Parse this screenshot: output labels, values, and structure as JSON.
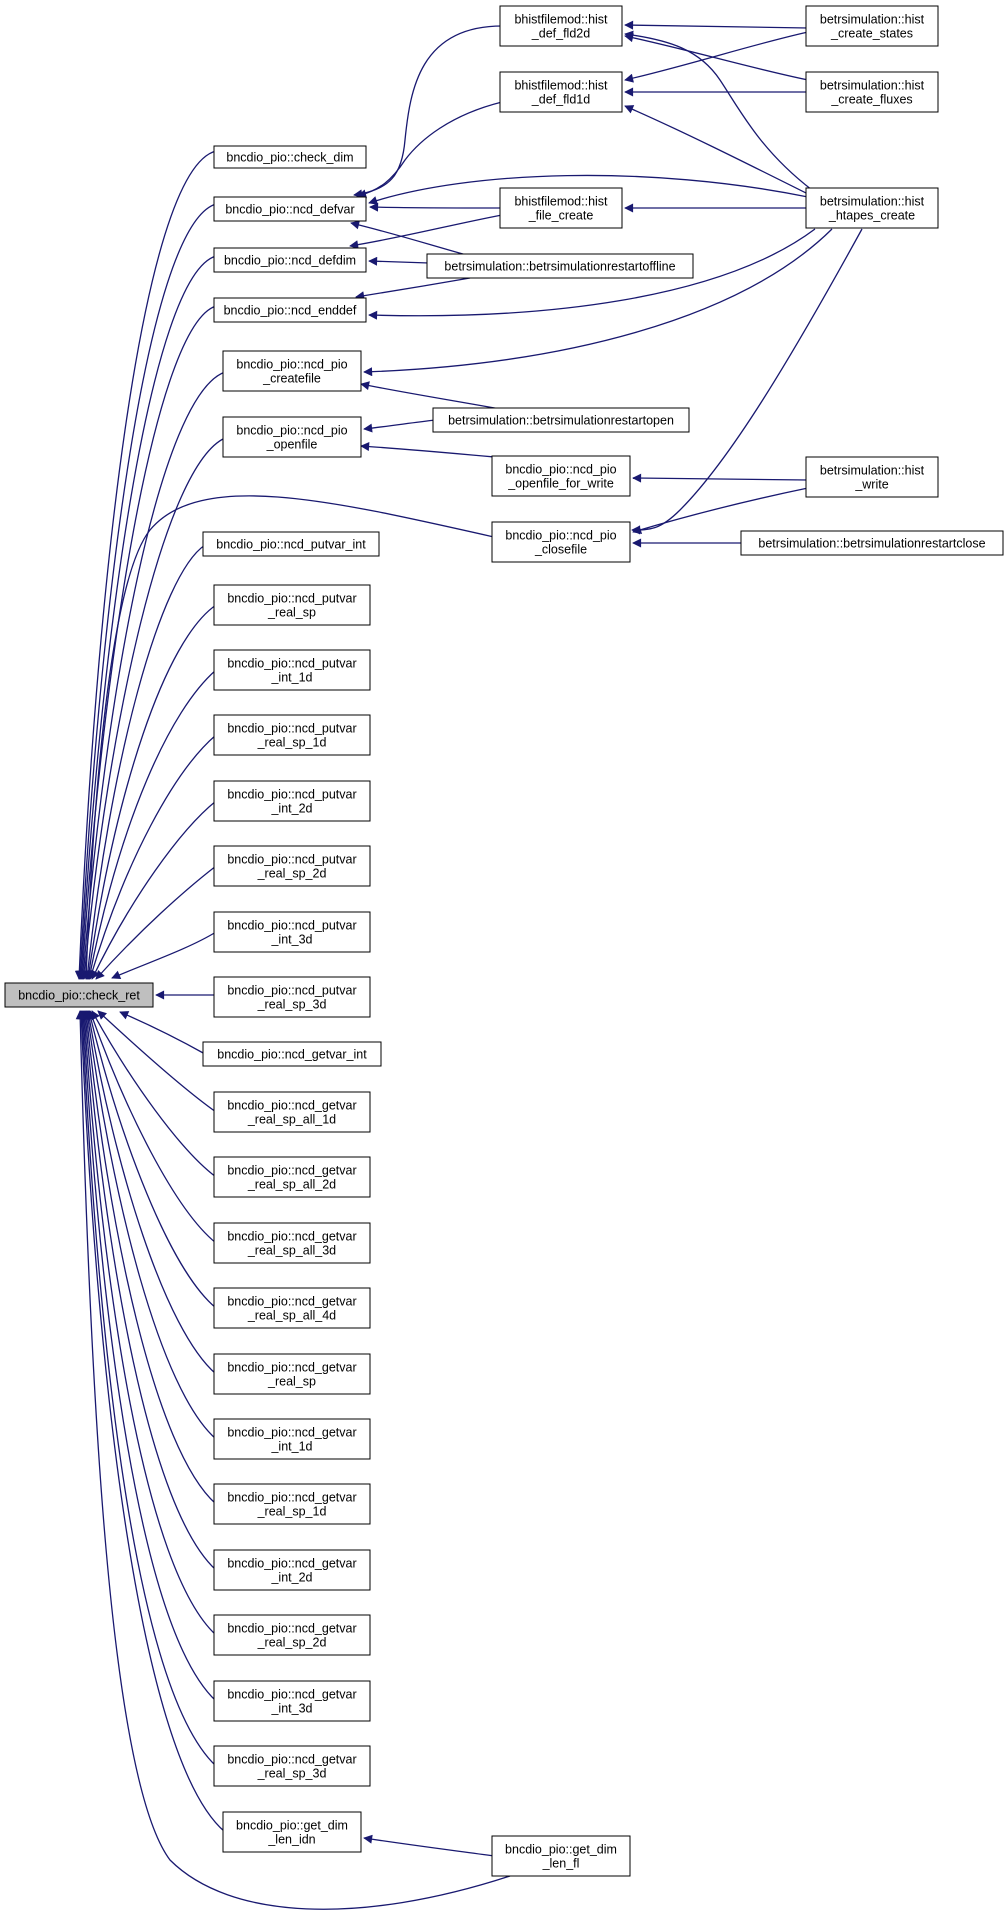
{
  "diagram": {
    "type": "caller-graph",
    "nodes": [
      {
        "id": "check_ret",
        "lines": [
          "bncdio_pio::check_ret"
        ],
        "root": true
      },
      {
        "id": "check_dim",
        "lines": [
          "bncdio_pio::check_dim"
        ]
      },
      {
        "id": "ncd_defvar",
        "lines": [
          "bncdio_pio::ncd_defvar"
        ]
      },
      {
        "id": "ncd_defdim",
        "lines": [
          "bncdio_pio::ncd_defdim"
        ]
      },
      {
        "id": "ncd_enddef",
        "lines": [
          "bncdio_pio::ncd_enddef"
        ]
      },
      {
        "id": "ncd_pio_createfile",
        "lines": [
          "bncdio_pio::ncd_pio",
          "_createfile"
        ]
      },
      {
        "id": "ncd_pio_openfile",
        "lines": [
          "bncdio_pio::ncd_pio",
          "_openfile"
        ]
      },
      {
        "id": "ncd_putvar_int",
        "lines": [
          "bncdio_pio::ncd_putvar_int"
        ]
      },
      {
        "id": "ncd_putvar_real_sp",
        "lines": [
          "bncdio_pio::ncd_putvar",
          "_real_sp"
        ]
      },
      {
        "id": "ncd_putvar_int_1d",
        "lines": [
          "bncdio_pio::ncd_putvar",
          "_int_1d"
        ]
      },
      {
        "id": "ncd_putvar_real_sp_1d",
        "lines": [
          "bncdio_pio::ncd_putvar",
          "_real_sp_1d"
        ]
      },
      {
        "id": "ncd_putvar_int_2d",
        "lines": [
          "bncdio_pio::ncd_putvar",
          "_int_2d"
        ]
      },
      {
        "id": "ncd_putvar_real_sp_2d",
        "lines": [
          "bncdio_pio::ncd_putvar",
          "_real_sp_2d"
        ]
      },
      {
        "id": "ncd_putvar_int_3d",
        "lines": [
          "bncdio_pio::ncd_putvar",
          "_int_3d"
        ]
      },
      {
        "id": "ncd_putvar_real_sp_3d",
        "lines": [
          "bncdio_pio::ncd_putvar",
          "_real_sp_3d"
        ]
      },
      {
        "id": "ncd_getvar_int",
        "lines": [
          "bncdio_pio::ncd_getvar_int"
        ]
      },
      {
        "id": "ncd_getvar_real_sp_all_1d",
        "lines": [
          "bncdio_pio::ncd_getvar",
          "_real_sp_all_1d"
        ]
      },
      {
        "id": "ncd_getvar_real_sp_all_2d",
        "lines": [
          "bncdio_pio::ncd_getvar",
          "_real_sp_all_2d"
        ]
      },
      {
        "id": "ncd_getvar_real_sp_all_3d",
        "lines": [
          "bncdio_pio::ncd_getvar",
          "_real_sp_all_3d"
        ]
      },
      {
        "id": "ncd_getvar_real_sp_all_4d",
        "lines": [
          "bncdio_pio::ncd_getvar",
          "_real_sp_all_4d"
        ]
      },
      {
        "id": "ncd_getvar_real_sp",
        "lines": [
          "bncdio_pio::ncd_getvar",
          "_real_sp"
        ]
      },
      {
        "id": "ncd_getvar_int_1d",
        "lines": [
          "bncdio_pio::ncd_getvar",
          "_int_1d"
        ]
      },
      {
        "id": "ncd_getvar_real_sp_1d",
        "lines": [
          "bncdio_pio::ncd_getvar",
          "_real_sp_1d"
        ]
      },
      {
        "id": "ncd_getvar_int_2d",
        "lines": [
          "bncdio_pio::ncd_getvar",
          "_int_2d"
        ]
      },
      {
        "id": "ncd_getvar_real_sp_2d",
        "lines": [
          "bncdio_pio::ncd_getvar",
          "_real_sp_2d"
        ]
      },
      {
        "id": "ncd_getvar_int_3d",
        "lines": [
          "bncdio_pio::ncd_getvar",
          "_int_3d"
        ]
      },
      {
        "id": "ncd_getvar_real_sp_3d",
        "lines": [
          "bncdio_pio::ncd_getvar",
          "_real_sp_3d"
        ]
      },
      {
        "id": "get_dim_len_idn",
        "lines": [
          "bncdio_pio::get_dim",
          "_len_idn"
        ]
      },
      {
        "id": "hist_def_fld2d",
        "lines": [
          "bhistfilemod::hist",
          "_def_fld2d"
        ]
      },
      {
        "id": "hist_def_fld1d",
        "lines": [
          "bhistfilemod::hist",
          "_def_fld1d"
        ]
      },
      {
        "id": "hist_file_create",
        "lines": [
          "bhistfilemod::hist",
          "_file_create"
        ]
      },
      {
        "id": "restartoffline",
        "lines": [
          "betrsimulation::betrsimulationrestartoffline"
        ]
      },
      {
        "id": "restartopen",
        "lines": [
          "betrsimulation::betrsimulationrestartopen"
        ]
      },
      {
        "id": "openfile_for_write",
        "lines": [
          "bncdio_pio::ncd_pio",
          "_openfile_for_write"
        ]
      },
      {
        "id": "closefile",
        "lines": [
          "bncdio_pio::ncd_pio",
          "_closefile"
        ]
      },
      {
        "id": "get_dim_len_fl",
        "lines": [
          "bncdio_pio::get_dim",
          "_len_fl"
        ]
      },
      {
        "id": "hist_create_states",
        "lines": [
          "betrsimulation::hist",
          "_create_states"
        ]
      },
      {
        "id": "hist_create_fluxes",
        "lines": [
          "betrsimulation::hist",
          "_create_fluxes"
        ]
      },
      {
        "id": "hist_htapes_create",
        "lines": [
          "betrsimulation::hist",
          "_htapes_create"
        ]
      },
      {
        "id": "hist_write",
        "lines": [
          "betrsimulation::hist",
          "_write"
        ]
      },
      {
        "id": "restartclose",
        "lines": [
          "betrsimulation::betrsimulationrestartclose"
        ]
      }
    ],
    "edges": [
      [
        "check_dim",
        "check_ret"
      ],
      [
        "ncd_defvar",
        "check_ret"
      ],
      [
        "ncd_defdim",
        "check_ret"
      ],
      [
        "ncd_enddef",
        "check_ret"
      ],
      [
        "ncd_pio_createfile",
        "check_ret"
      ],
      [
        "ncd_pio_openfile",
        "check_ret"
      ],
      [
        "closefile",
        "check_ret"
      ],
      [
        "ncd_putvar_int",
        "check_ret"
      ],
      [
        "ncd_putvar_real_sp",
        "check_ret"
      ],
      [
        "ncd_putvar_int_1d",
        "check_ret"
      ],
      [
        "ncd_putvar_real_sp_1d",
        "check_ret"
      ],
      [
        "ncd_putvar_int_2d",
        "check_ret"
      ],
      [
        "ncd_putvar_real_sp_2d",
        "check_ret"
      ],
      [
        "ncd_putvar_int_3d",
        "check_ret"
      ],
      [
        "ncd_putvar_real_sp_3d",
        "check_ret"
      ],
      [
        "ncd_getvar_int",
        "check_ret"
      ],
      [
        "ncd_getvar_real_sp_all_1d",
        "check_ret"
      ],
      [
        "ncd_getvar_real_sp_all_2d",
        "check_ret"
      ],
      [
        "ncd_getvar_real_sp_all_3d",
        "check_ret"
      ],
      [
        "ncd_getvar_real_sp_all_4d",
        "check_ret"
      ],
      [
        "ncd_getvar_real_sp",
        "check_ret"
      ],
      [
        "ncd_getvar_int_1d",
        "check_ret"
      ],
      [
        "ncd_getvar_real_sp_1d",
        "check_ret"
      ],
      [
        "ncd_getvar_int_2d",
        "check_ret"
      ],
      [
        "ncd_getvar_real_sp_2d",
        "check_ret"
      ],
      [
        "ncd_getvar_int_3d",
        "check_ret"
      ],
      [
        "ncd_getvar_real_sp_3d",
        "check_ret"
      ],
      [
        "get_dim_len_idn",
        "check_ret"
      ],
      [
        "get_dim_len_fl",
        "check_ret"
      ],
      [
        "hist_def_fld2d",
        "ncd_defvar"
      ],
      [
        "hist_def_fld1d",
        "ncd_defvar"
      ],
      [
        "hist_file_create",
        "ncd_defvar"
      ],
      [
        "hist_htapes_create",
        "ncd_defvar"
      ],
      [
        "restartoffline",
        "ncd_defvar"
      ],
      [
        "hist_file_create",
        "ncd_defdim"
      ],
      [
        "restartoffline",
        "ncd_defdim"
      ],
      [
        "restartoffline",
        "ncd_enddef"
      ],
      [
        "hist_htapes_create",
        "ncd_enddef"
      ],
      [
        "hist_htapes_create",
        "ncd_pio_createfile"
      ],
      [
        "restartopen",
        "ncd_pio_createfile"
      ],
      [
        "restartopen",
        "ncd_pio_openfile"
      ],
      [
        "openfile_for_write",
        "ncd_pio_openfile"
      ],
      [
        "hist_write",
        "openfile_for_write"
      ],
      [
        "hist_htapes_create",
        "closefile"
      ],
      [
        "hist_write",
        "closefile"
      ],
      [
        "restartclose",
        "closefile"
      ],
      [
        "get_dim_len_fl",
        "get_dim_len_idn"
      ],
      [
        "hist_create_states",
        "hist_def_fld2d"
      ],
      [
        "hist_create_fluxes",
        "hist_def_fld2d"
      ],
      [
        "hist_htapes_create",
        "hist_def_fld2d"
      ],
      [
        "hist_create_states",
        "hist_def_fld1d"
      ],
      [
        "hist_create_fluxes",
        "hist_def_fld1d"
      ],
      [
        "hist_htapes_create",
        "hist_def_fld1d"
      ],
      [
        "hist_htapes_create",
        "hist_file_create"
      ]
    ]
  }
}
